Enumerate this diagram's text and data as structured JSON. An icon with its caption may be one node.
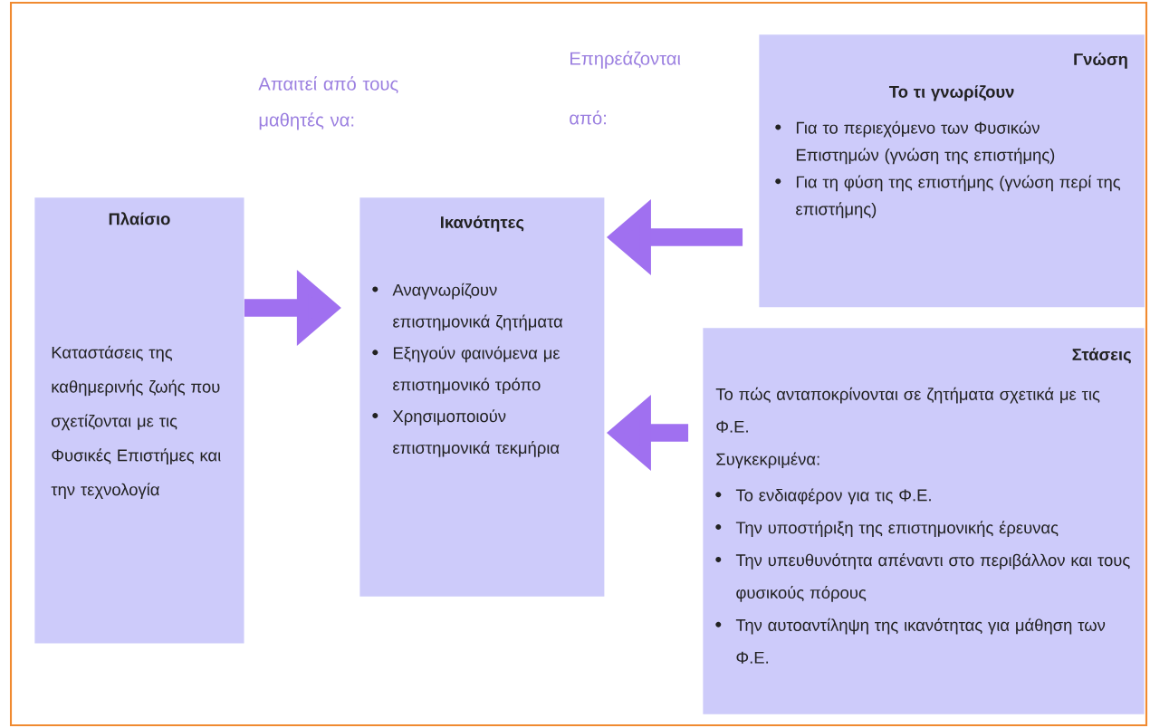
{
  "diagram": {
    "nodes": [
      {
        "text": [
          "Πλαίσιο",
          "Καταστάσεις της καθημερινής ζωής που σχετίζονται με τις Φυσικές Επιστήμες και την τεχνολογία"
        ]
      },
      {
        "text": [
          "Ικανότητες",
          "Αναγνωρίζουν επιστημονικά ζητήματα",
          "Εξηγούν φαινόμενα με επιστημονικό τρόπο",
          "Χρησιμοποιούν επιστημονικά τεκμήρια"
        ]
      },
      {
        "text": [
          "Γνώση",
          "Το τι γνωρίζουν",
          "Για το περιεχόμενο των Φυσικών Επιστημών (γνώση της επιστήμης)",
          "Για τη φύση της επιστήμης (γνώση περί της επιστήμης)"
        ]
      },
      {
        "text": [
          "Στάσεις",
          "Το πώς ανταποκρίνονται σε ζητήματα σχετικά με τις Φ.Ε.",
          "Συγκεκριμένα:",
          "Το ενδιαφέρον για τις Φ.Ε.",
          "Την υποστήριξη της επιστημονικής έρευνας",
          "Την υπευθυνότητα απέναντι στο περιβάλλον και τους φυσικούς πόρους",
          "Την αυτοαντίληψη της ικανότητας για μάθηση των Φ.Ε."
        ]
      }
    ],
    "edges": [
      {
        "from": 0,
        "to": 1,
        "arrow": "to"
      },
      {
        "from": 2,
        "to": 1,
        "arrow": "to"
      },
      {
        "from": 3,
        "to": 1,
        "arrow": "to"
      }
    ],
    "labels": [
      "Απαιτεί από τους μαθητές να:",
      "Επηρεάζονται από:"
    ]
  }
}
